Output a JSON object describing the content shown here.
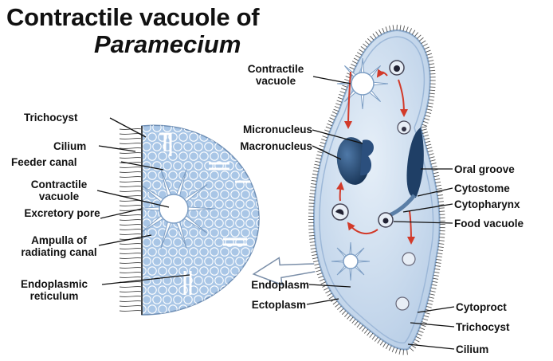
{
  "title": {
    "line1": "Contractile vacuole of",
    "line2": "Paramecium"
  },
  "labels": {
    "contractile_vacuole_top": "Contractile vacuole",
    "trichocyst_left": "Trichocyst",
    "cilium_left": "Cilium",
    "feeder_canal": "Feeder canal",
    "contractile_vacuole_left": "Contractile vacuole",
    "excretory_pore": "Excretory pore",
    "ampulla": "Ampulla of radiating canal",
    "endoplasmic_reticulum": "Endoplasmic reticulum",
    "micronucleus": "Micronucleus",
    "macronucleus": "Macronucleus",
    "endoplasm": "Endoplasm",
    "ectoplasm": "Ectoplasm",
    "oral_groove": "Oral groove",
    "cytostome": "Cytostome",
    "cytopharynx": "Cytopharynx",
    "food_vacuole": "Food vacuole",
    "cytoproct": "Cytoproct",
    "trichocyst_right": "Trichocyst",
    "cilium_right": "Cilium"
  },
  "colors": {
    "cell_fill": "#c9dbee",
    "cell_edge": "#8aa9cc",
    "cilia": "#555555",
    "nucleus": "#1f3f66",
    "arrow": "#d23a2a",
    "leader": "#111111",
    "detail_fill": "#a9c6e6",
    "detail_mesh": "#ffffff"
  }
}
